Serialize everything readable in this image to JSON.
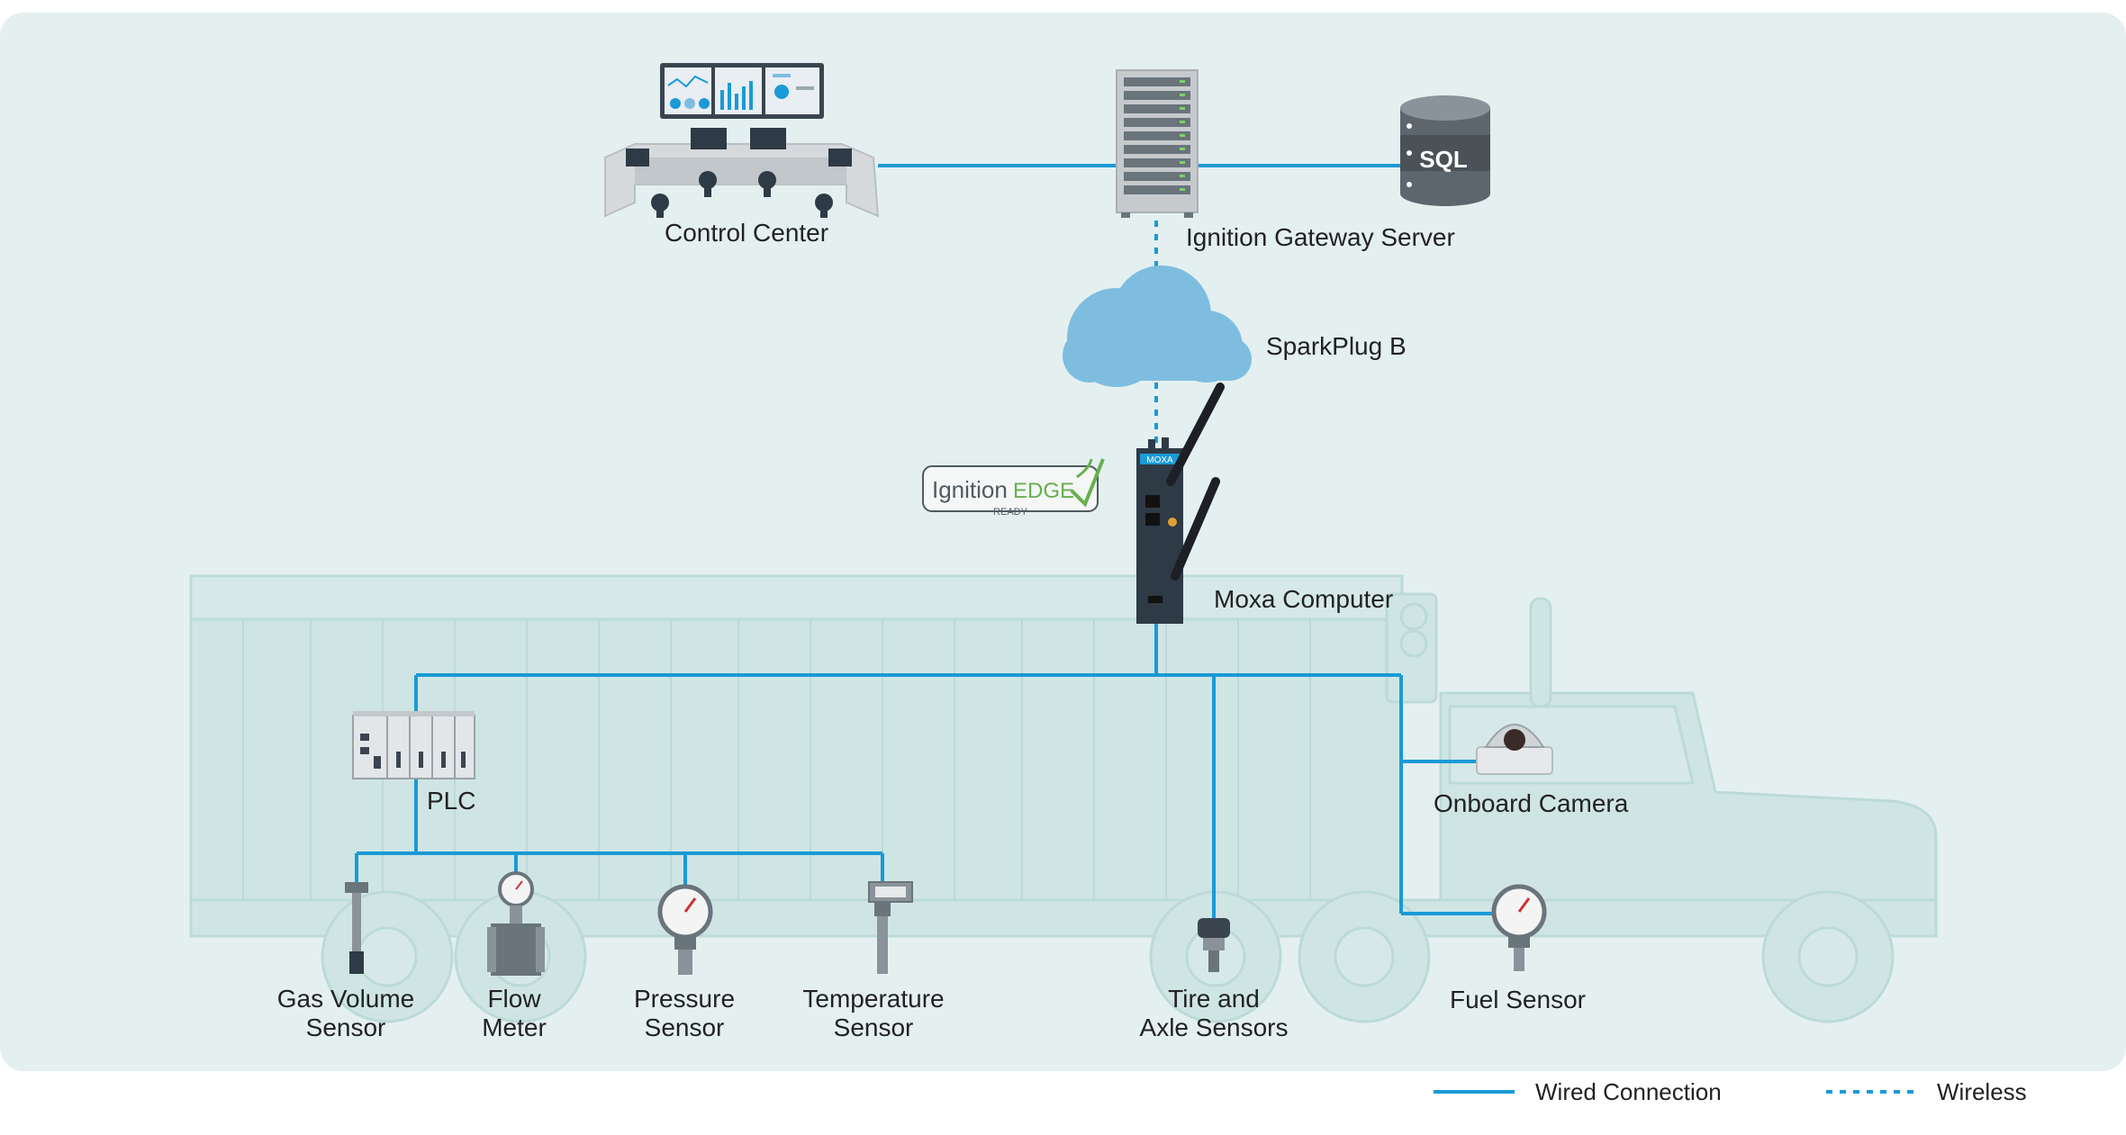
{
  "nodes": {
    "control_center": "Control Center",
    "gateway": "Ignition Gateway Server",
    "sql": "SQL",
    "cloud": "SparkPlug B",
    "moxa": "Moxa Computer",
    "edge_logo_main": "Ignition",
    "edge_logo_edge": "EDGE",
    "edge_logo_sub": "READY",
    "moxa_brand": "MOXA",
    "plc": "PLC",
    "camera": "Onboard Camera",
    "gas_line1": "Gas Volume",
    "gas_line2": "Sensor",
    "flow_line1": "Flow",
    "flow_line2": "Meter",
    "pressure_line1": "Pressure",
    "pressure_line2": "Sensor",
    "temp_line1": "Temperature",
    "temp_line2": "Sensor",
    "tire_line1": "Tire and",
    "tire_line2": "Axle Sensors",
    "fuel": "Fuel Sensor"
  },
  "legend": {
    "wired": "Wired Connection",
    "wireless": "Wireless"
  },
  "colors": {
    "panel": "#e4f0f0",
    "truck": "#cfe5e4",
    "truck_line": "#bcdad8",
    "wire": "#1a9ad6",
    "cloud": "#7fbde0",
    "device_dark": "#2e3a45"
  }
}
